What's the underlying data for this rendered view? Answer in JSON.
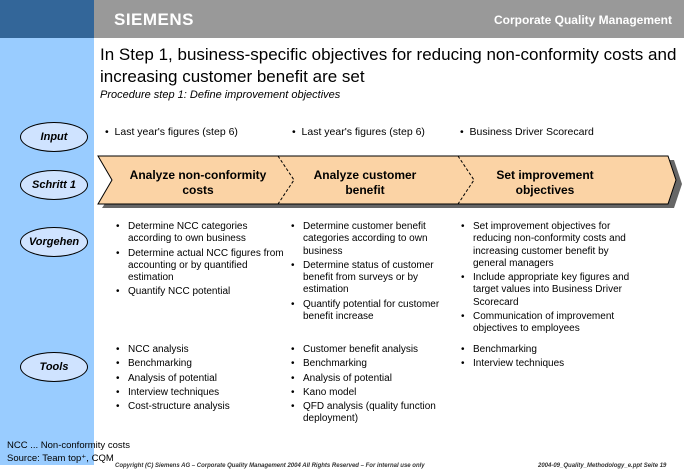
{
  "header": {
    "logo": "SIEMENS",
    "department": "Corporate Quality Management"
  },
  "title": "In Step 1, business-specific objectives for reducing non-conformity costs and increasing customer benefit are set",
  "subtitle": "Procedure step 1: Define improvement objectives",
  "row_labels": [
    "Input",
    "Schritt 1",
    "Vorgehen",
    "Tools"
  ],
  "inputs": [
    "Last year's figures (step 6)",
    "Last year's figures (step 6)",
    "Business Driver Scorecard"
  ],
  "steps": [
    "Analyze non-conformity costs",
    "Analyze customer benefit",
    "Set improvement objectives"
  ],
  "procedures": [
    [
      "Determine NCC categories according to own business",
      "Determine actual NCC figures from accounting or by quantified estimation",
      "Quantify NCC potential"
    ],
    [
      "Determine customer benefit categories according to own business",
      "Determine status of customer benefit from surveys or by estimation",
      "Quantify potential for customer benefit increase"
    ],
    [
      "Set improvement objectives for reducing non-conformity costs and increasing customer benefit by general managers",
      "Include appropriate key figures and target values into Business Driver Scorecard",
      "Communication of improvement objectives to employees"
    ]
  ],
  "tools": [
    [
      "NCC analysis",
      "Benchmarking",
      "Analysis of potential",
      "Interview techniques",
      "Cost-structure analysis"
    ],
    [
      "Customer benefit analysis",
      "Benchmarking",
      "Analysis of potential",
      "Kano model",
      "QFD analysis (quality function deployment)"
    ],
    [
      "Benchmarking",
      "Interview techniques"
    ]
  ],
  "footnotes": {
    "ncc": "NCC ... Non-conformity costs",
    "source": "Source: Team top⁺, CQM"
  },
  "copyright": "Copyright (C) Siemens AG – Corporate Quality Management 2004 All Rights Reserved – For internal use only",
  "file": "2004-09_Quality_Methodology_e.ppt  Seite 19"
}
